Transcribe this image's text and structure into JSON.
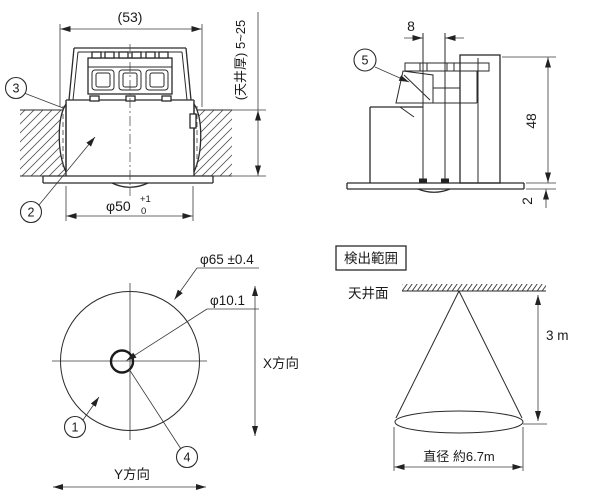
{
  "colors": {
    "line": "#222222",
    "background": "#ffffff"
  },
  "views": {
    "front_section": {
      "dim_width": "(53)",
      "dim_ceiling_thickness": "(天井厚) 5~25",
      "dim_hole": "φ50",
      "dim_hole_tol_upper": "+1",
      "dim_hole_tol_lower": "0",
      "callout_3": "3",
      "callout_2": "2"
    },
    "side_view": {
      "dim_width_top": "8",
      "dim_height": "48",
      "dim_flange_thickness": "2",
      "callout_5": "5"
    },
    "bottom_view": {
      "dim_outer_dia": "φ65 ±0.4",
      "dim_lens_dia": "φ10.1",
      "axis_x": "X方向",
      "axis_y": "Y方向",
      "callout_1": "1",
      "callout_4": "4"
    },
    "detection_range": {
      "title": "検出範囲",
      "ceiling_label": "天井面",
      "dim_height": "3 m",
      "dim_diameter": "直径 約6.7m"
    }
  }
}
